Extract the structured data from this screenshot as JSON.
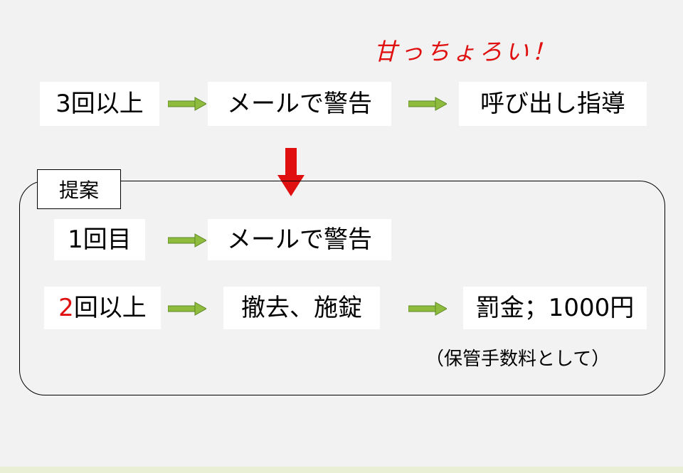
{
  "callout": "甘っちょろい！",
  "current": {
    "steps": [
      "3回以上",
      "メールで警告",
      "呼び出し指導"
    ]
  },
  "proposal": {
    "label": "提案",
    "row1": {
      "condition": "1回目",
      "action": "メールで警告"
    },
    "row2": {
      "condition_num": "2",
      "condition_rest": "回以上",
      "action": "撤去、施錠",
      "penalty": "罰金；1000円"
    },
    "note": "（保管手数料として）"
  },
  "colors": {
    "arrow_green": "#8fbc3f",
    "arrow_green_dark": "#5e8a22",
    "accent_red": "#e01010",
    "frame": "#000000",
    "background": "#f2f2f2"
  },
  "icons": [
    "right-arrow-icon",
    "down-arrow-icon"
  ]
}
